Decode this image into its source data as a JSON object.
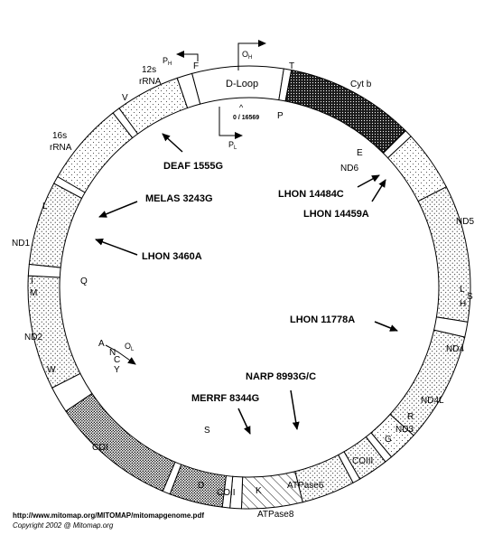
{
  "diagram": {
    "d_loop_label": "D-Loop",
    "origin_label": "0 / 16569",
    "origin_caret": "^",
    "promoters": {
      "oh": "O",
      "oh_sub": "H",
      "ph": "P",
      "ph_sub": "H",
      "pl": "P",
      "pl_sub": "L",
      "ol": "O",
      "ol_sub": "L"
    },
    "gene_labels": {
      "rrna12s_a": "12s",
      "rrna12s_b": "rRNA",
      "rrna16s_a": "16s",
      "rrna16s_b": "rRNA",
      "cytb": "Cyt b",
      "nd6": "ND6",
      "nd5": "ND5",
      "nd4": "ND4",
      "nd4l": "ND4L",
      "nd3": "ND3",
      "coiii": "COIII",
      "atpase6": "ATPase6",
      "atpase8": "ATPase8",
      "coii": "COII",
      "coi": "COI",
      "nd2": "ND2",
      "nd1": "ND1"
    },
    "trna_labels": {
      "f": "F",
      "t": "T",
      "p": "P",
      "e": "E",
      "v": "V",
      "l_a": "L",
      "i": "I",
      "m": "M",
      "q": "Q",
      "w": "W",
      "a": "A",
      "n": "N",
      "c": "C",
      "y": "Y",
      "s_a": "S",
      "d": "D",
      "k": "K",
      "g": "G",
      "r": "R",
      "l_b": "L",
      "s_b": "S",
      "h": "H"
    },
    "mutations": {
      "deaf": "DEAF 1555G",
      "melas": "MELAS 3243G",
      "lhon3460": "LHON 3460A",
      "lhon14484": "LHON 14484C",
      "lhon14459": "LHON 14459A",
      "lhon11778": "LHON 11778A",
      "narp": "NARP 8993G/C",
      "merrf": "MERRF 8344G"
    }
  },
  "footer": {
    "url": "http://www.mitomap.org/MITOMAP/mitomapgenome.pdf",
    "copyright": "Copyright 2002 @ Mitomap.org"
  },
  "colors": {
    "ink": "#000000",
    "paper": "#ffffff"
  }
}
